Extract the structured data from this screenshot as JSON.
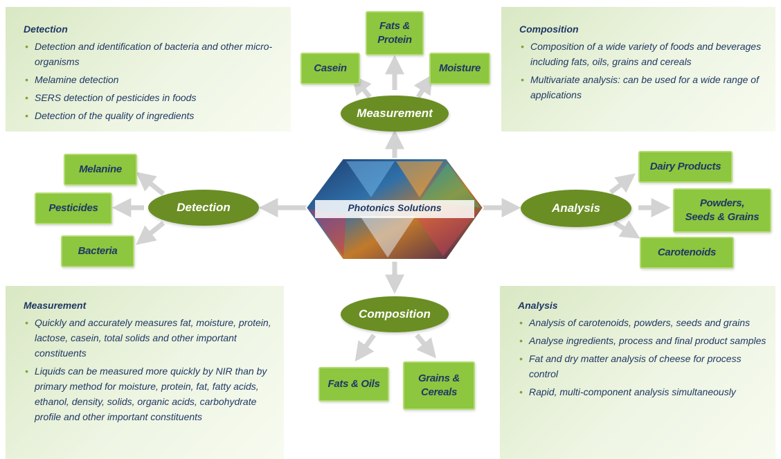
{
  "panels": {
    "detection": {
      "title": "Detection",
      "items": [
        "Detection and identification of bacteria and other micro-organisms",
        "Melamine detection",
        "SERS detection of pesticides in foods",
        "Detection of the quality of ingredients"
      ]
    },
    "composition": {
      "title": "Composition",
      "items": [
        "Composition of a wide variety of foods and beverages including fats, oils, grains and cereals",
        "Multivariate analysis: can be used for a wide range of applications"
      ]
    },
    "measurement": {
      "title": "Measurement",
      "items": [
        "Quickly and accurately measures fat, moisture, protein, lactose, casein, total solids and other important constituents",
        "Liquids can be measured more quickly by NIR than by primary method for moisture, protein, fat, fatty acids, ethanol, density, solids, organic acids, carbohydrate profile and other important constituents"
      ]
    },
    "analysis": {
      "title": "Analysis",
      "items": [
        "Analysis of carotenoids, powders, seeds and grains",
        "Analyse ingredients, process and final product samples",
        "Fat and dry matter analysis of cheese for process control",
        "Rapid, multi-component analysis simultaneously"
      ]
    }
  },
  "center": {
    "label": "Photonics Solutions"
  },
  "hubs": {
    "measurement": "Measurement",
    "detection": "Detection",
    "analysis": "Analysis",
    "composition": "Composition"
  },
  "leaves": {
    "fats_protein": "Fats & Protein",
    "casein": "Casein",
    "moisture": "Moisture",
    "melanine": "Melanine",
    "pesticides": "Pesticides",
    "bacteria": "Bacteria",
    "dairy_products": "Dairy Products",
    "powders_seeds_grains": "Powders, Seeds & Grains",
    "carotenoids": "Carotenoids",
    "fats_oils": "Fats & Oils",
    "grains_cereals": "Grains & Cereals"
  },
  "colors": {
    "leaf_green": "#8dc63f",
    "hub_green": "#6a8e23",
    "panel_green": "#e3eed2",
    "text_navy": "#1f3864",
    "arrow_gray": "#d3d3d3"
  }
}
